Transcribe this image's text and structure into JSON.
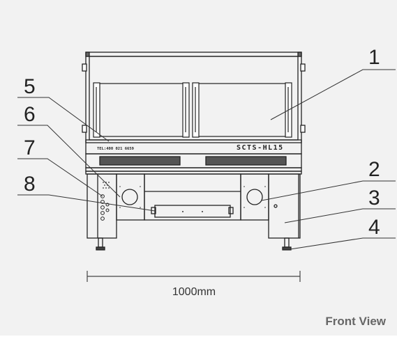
{
  "diagram": {
    "view_title": "Front View",
    "dimension_label": "1000mm",
    "model_label": "SCTS-HL15",
    "phone_label": "TEL:400 021 6659",
    "callouts": [
      "1",
      "2",
      "3",
      "4",
      "5",
      "6",
      "7",
      "8"
    ]
  }
}
